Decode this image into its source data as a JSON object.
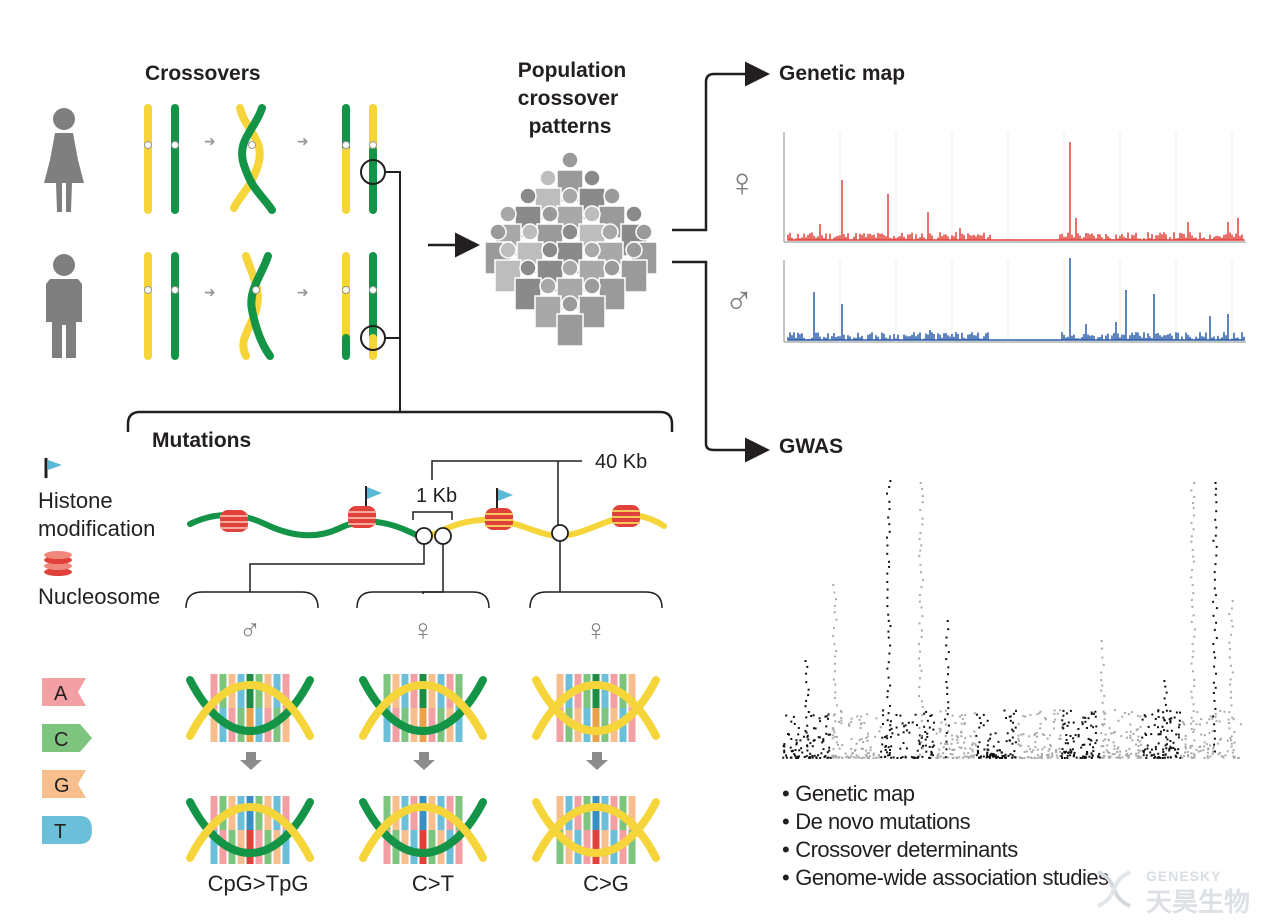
{
  "headings": {
    "crossovers": "Crossovers",
    "population_line1": "Population",
    "population_line2": "crossover",
    "population_line3": "patterns",
    "genetic_map": "Genetic map",
    "gwas": "GWAS",
    "mutations": "Mutations"
  },
  "legend": {
    "histone_line1": "Histone",
    "histone_line2": "modification",
    "nucleosome": "Nucleosome"
  },
  "scale_labels": {
    "kb1": "1 Kb",
    "kb40": "40 Kb"
  },
  "sex_symbols": {
    "female": "♀",
    "male": "♂"
  },
  "bases": [
    "A",
    "C",
    "G",
    "T"
  ],
  "base_colors": {
    "A": "#f2a0a3",
    "C": "#7dc47f",
    "G": "#f7be8e",
    "T": "#6bbfd9"
  },
  "mutation_columns": [
    {
      "sex": "♂",
      "label": "CpG>TpG"
    },
    {
      "sex": "♀",
      "label": "C>T"
    },
    {
      "sex": "♀",
      "label": "C>G"
    }
  ],
  "colors": {
    "yellow": "#f5d53a",
    "green": "#139447",
    "female_map": "#e0413a",
    "male_map": "#2a5ca8",
    "gray": "#8c8c8c"
  },
  "bullets": [
    "Genetic map",
    "De novo mutations",
    "Crossover determinants",
    "Genome-wide association studies"
  ],
  "watermark": {
    "brand_en": "GENESKY",
    "brand_cn": "天昊生物"
  }
}
